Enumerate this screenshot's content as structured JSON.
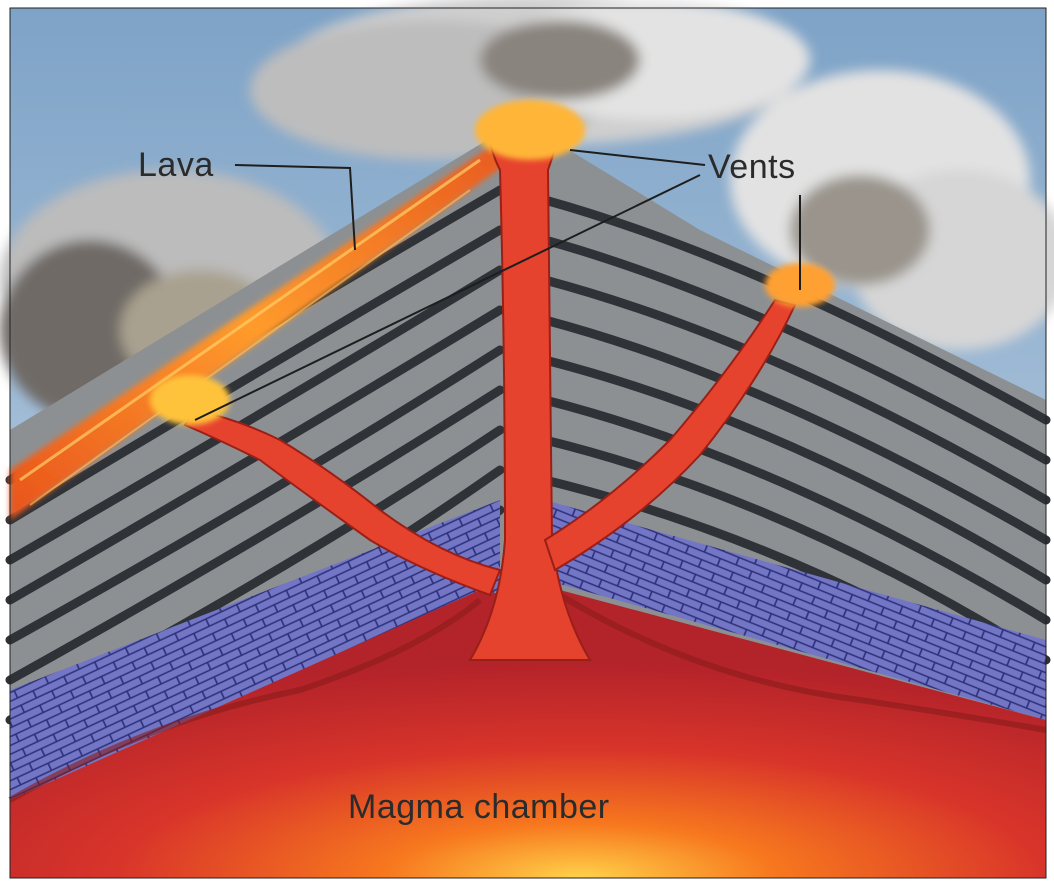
{
  "labels": {
    "lava": "Lava",
    "vents": "Vents",
    "magma_chamber": "Magma chamber"
  },
  "colors": {
    "sky": "#8fb0cf",
    "smoke": "#d9d9d9",
    "dark_smoke": "#6f6a66",
    "rock_layer": "#8d9093",
    "rock_stripe": "#2f3338",
    "bedrock": "#6b6fb8",
    "magma_chamber": "#c42a2a",
    "magma_glow": "#ffb030",
    "conduit": "#e6432e",
    "lava_flow": "#f07a22"
  }
}
